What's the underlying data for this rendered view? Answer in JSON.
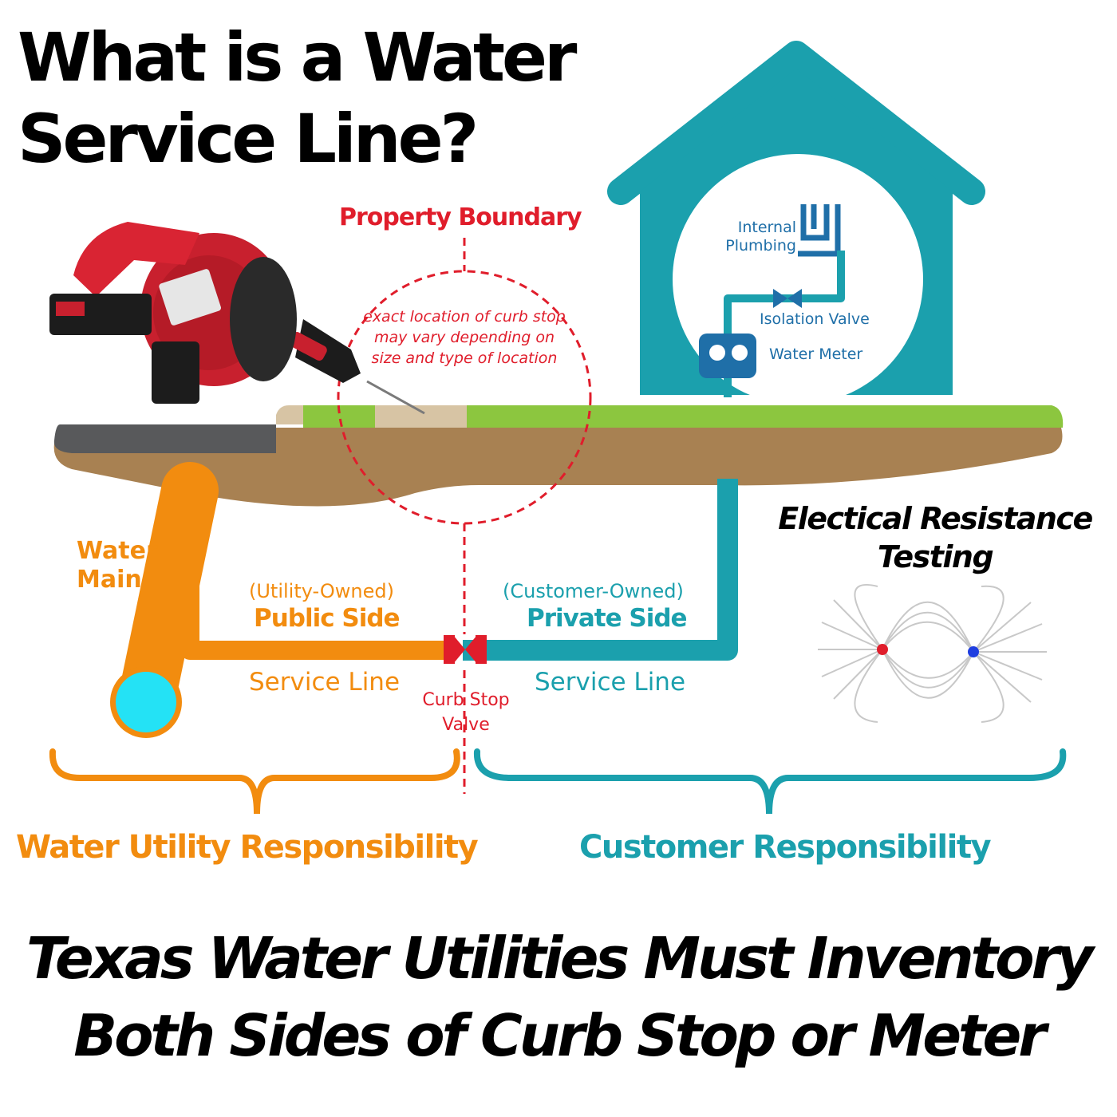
{
  "title": {
    "line1": "What is a Water",
    "line2": "Service Line?"
  },
  "boundary": {
    "label": "Property Boundary",
    "note": "exact location of curb stop may vary depending on size and type of location"
  },
  "water_main": {
    "label_line1": "Water",
    "label_line2": "Main"
  },
  "public_side": {
    "owned": "(Utility-Owned)",
    "side": "Public Side",
    "line": "Service Line"
  },
  "private_side": {
    "owned": "(Customer-Owned)",
    "side": "Private Side",
    "line": "Service Line"
  },
  "curb_stop": {
    "line1": "Curb Stop",
    "line2": "Valve"
  },
  "house": {
    "internal_line1": "Internal",
    "internal_line2": "Plumbing",
    "isolation": "Isolation Valve",
    "meter": "Water Meter"
  },
  "ert": {
    "line1": "Electical Resistance",
    "line2": "Testing"
  },
  "responsibility": {
    "utility": "Water Utility Responsibility",
    "customer": "Customer Responsibility"
  },
  "bottom": {
    "line1": "Texas Water Utilities Must Inventory",
    "line2": "Both Sides of Curb Stop or Meter"
  },
  "colors": {
    "utility": "#f28c0f",
    "customer": "#1ba0ad",
    "boundary": "#e01d2b",
    "soil": "#a88152",
    "grass": "#8cc63f",
    "road": "#58595b",
    "sidewalk": "#d7c4a4",
    "main_pipe_end": "#24e2f5",
    "house_plumbing": "#1f6fa8"
  },
  "icons": [
    "drain-machine-icon",
    "curb-stop-valve-icon",
    "isolation-valve-icon",
    "water-meter-icon",
    "electric-field-icon",
    "house-icon"
  ]
}
